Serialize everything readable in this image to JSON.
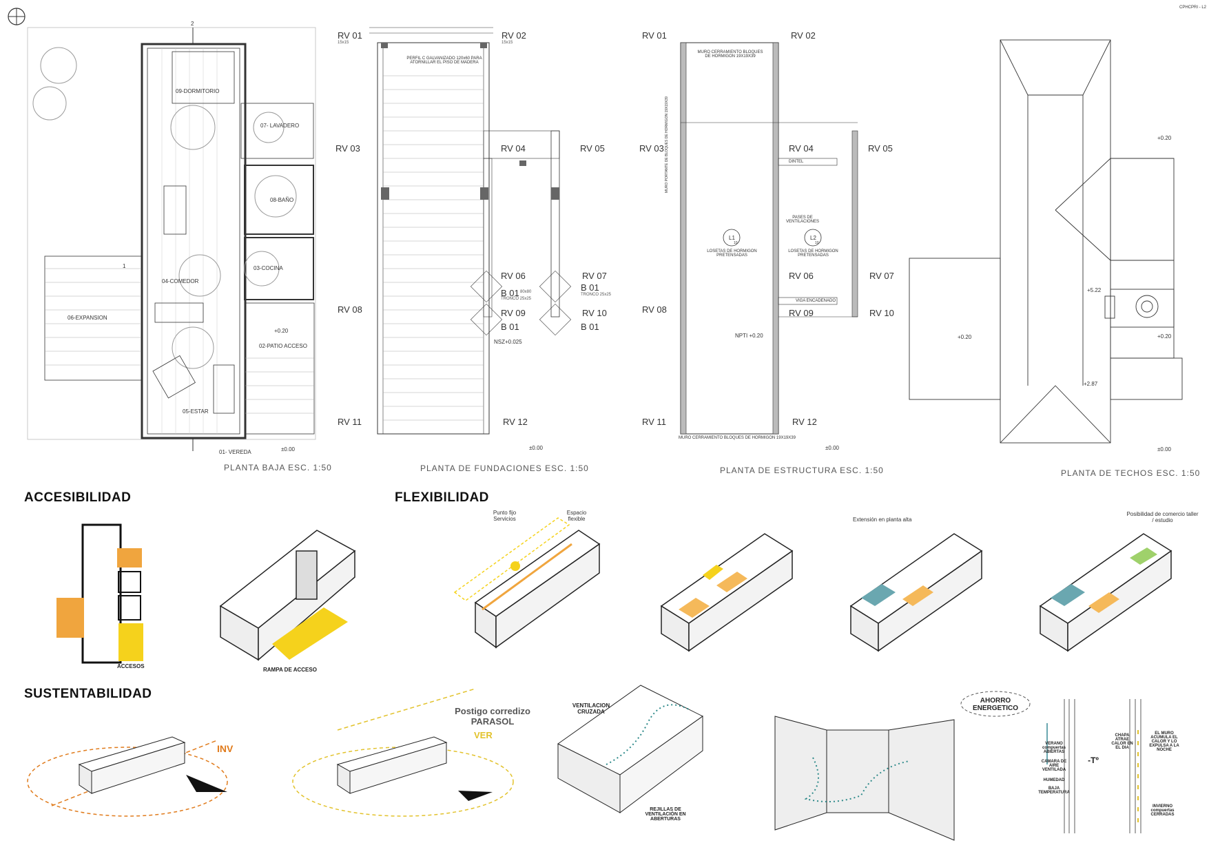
{
  "sheet_code": "CPHCPRI - L2",
  "plan_baja": {
    "title": "PLANTA BAJA ESC. 1:50",
    "rooms": [
      "09-DORMITORIO",
      "07- LAVADERO",
      "08-BAÑO",
      "03-COCINA",
      "04-COMEDOR",
      "06-EXPANSION",
      "02-PATIO ACCESO",
      "05-ESTAR",
      "01- VEREDA"
    ],
    "levels": [
      "+0.20",
      "±0.00"
    ],
    "cut_marks": [
      "1",
      "2"
    ]
  },
  "plan_fundaciones": {
    "title": "PLANTA DE FUNDACIONES ESC. 1:50",
    "note": "PERFIL C GALVANIZADO 120x60 PARA ATORNILLAR EL PISO DE MADERA",
    "grid_labels": [
      "RV 01",
      "RV 02",
      "RV 03",
      "RV 04",
      "RV 05",
      "RV 06",
      "RV 07",
      "RV 08",
      "RV 09",
      "RV 10",
      "RV 11",
      "RV 12"
    ],
    "grid_size": "15x15",
    "bases": [
      "B 01",
      "B 01",
      "B 01",
      "B 01"
    ],
    "base_size": "80x80",
    "tronco": "TRONCO 25x25",
    "level": "NSZ+0.025",
    "level_zero": "±0.00"
  },
  "plan_estructura": {
    "title": "PLANTA DE ESTRUCTURA ESC. 1:50",
    "notes": [
      "MURO CERRAMIENTO BLOQUES DE HORMIGON 19X19X39",
      "PASES DE VENTILACIONES",
      "VIGA ENCADENADO",
      "DINTEL",
      "MURO CERRAMIENTO BLOQUES DE HORMIGON 19X19X39"
    ],
    "wall_label": "MURO PORTANTE DE BLOQUES DE HORMIGON 19X19X39",
    "slabs": [
      {
        "id": "L1",
        "sub": "10",
        "text": "LOSETAS DE HORMIGON PRETENSADAS"
      },
      {
        "id": "L2",
        "sub": "10",
        "text": "LOSETAS DE HORMIGON PRETENSADAS"
      }
    ],
    "level": "NPTI +0.20",
    "level_zero": "±0.00",
    "grid_labels": [
      "RV 01",
      "RV 02",
      "RV 03",
      "RV 04",
      "RV 05",
      "RV 06",
      "RV 07",
      "RV 08",
      "RV 09",
      "RV 10",
      "RV 11",
      "RV 12"
    ]
  },
  "plan_techos": {
    "title": "PLANTA DE TECHOS ESC. 1:50",
    "levels": [
      "+0.20",
      "+0.20",
      "+0.20",
      "+5.22",
      "+2.87",
      "±0.00"
    ]
  },
  "accesibilidad": {
    "heading": "ACCESIBILIDAD",
    "labels": [
      "ACCESOS",
      "RAMPA DE ACCESO"
    ]
  },
  "flexibilidad": {
    "heading": "FLEXIBILIDAD",
    "labels": [
      "Punto fijo Servicios",
      "Espacio flexible",
      "Extensión en planta alta",
      "Posibilidad de comercio taller / estudio"
    ]
  },
  "sustentabilidad": {
    "heading": "SUSTENTABILIDAD",
    "labels": {
      "inv": "INV",
      "postigo": "Postigo corredizo PARASOL",
      "ver": "VER",
      "vent": "VENTILACION CRUZADA",
      "rejillas": "REJILLAS DE VENTILACIÓN EN ABERTURAS",
      "ahorro": "AHORRO ENERGETICO",
      "verano": "VERANO compuertas ABIERTAS",
      "camara": "CAMARA DE AIRE VENTILADA",
      "humedad": "HUMEDAD",
      "baja": "BAJA TEMPERATURA",
      "temp": "-Tº",
      "chapa": "CHAPA ATRAE CALOR EN EL DIA",
      "muro": "EL MURO ACUMULA EL CALOR Y LO EXPULSA A LA NOCHE",
      "invierno": "INVIERNO compuertas CERRADAS"
    }
  },
  "colors": {
    "orange": "#f0a53e",
    "yellow": "#f5d21c",
    "teal": "#6aa7b0",
    "dotted": "#2e8a8a",
    "line": "#333333"
  }
}
